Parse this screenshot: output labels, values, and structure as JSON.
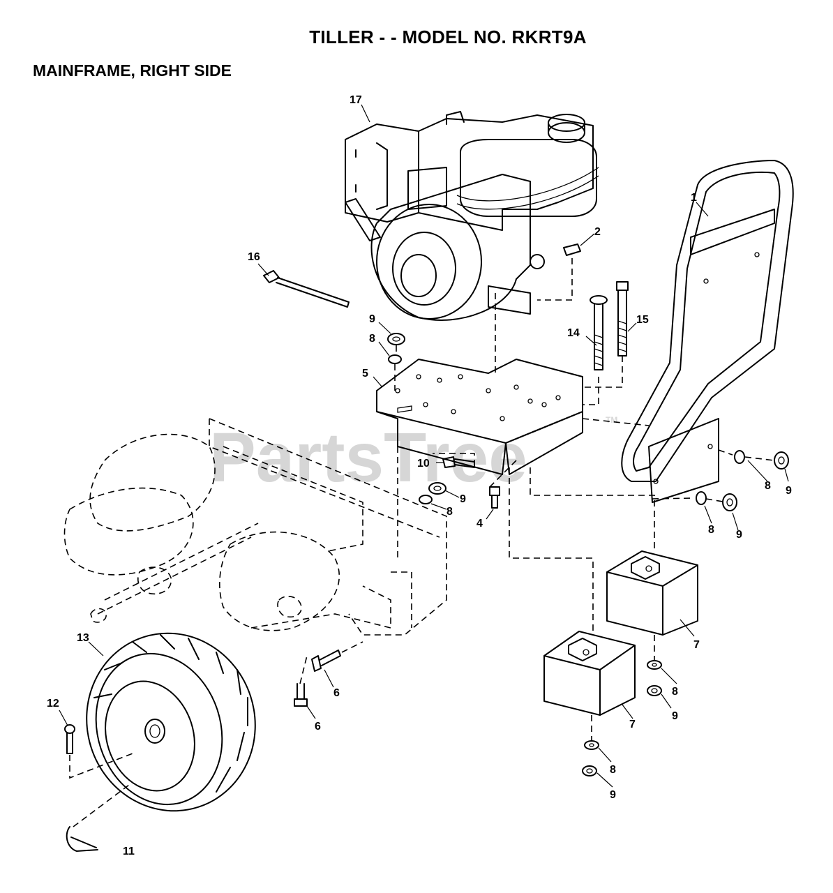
{
  "header": {
    "title": "TILLER - - MODEL NO. RKRT9A",
    "subtitle": "MAINFRAME, RIGHT SIDE"
  },
  "watermark": {
    "text": "PartsTree",
    "trademark": "TM"
  },
  "callouts": [
    {
      "id": "c17",
      "label": "17"
    },
    {
      "id": "c16",
      "label": "16"
    },
    {
      "id": "c1",
      "label": "1"
    },
    {
      "id": "c2",
      "label": "2"
    },
    {
      "id": "c9a",
      "label": "9"
    },
    {
      "id": "c8a",
      "label": "8"
    },
    {
      "id": "c5",
      "label": "5"
    },
    {
      "id": "c14",
      "label": "14"
    },
    {
      "id": "c15",
      "label": "15"
    },
    {
      "id": "c10",
      "label": "10"
    },
    {
      "id": "c9b",
      "label": "9"
    },
    {
      "id": "c8b",
      "label": "8"
    },
    {
      "id": "c4",
      "label": "4"
    },
    {
      "id": "c8c",
      "label": "8"
    },
    {
      "id": "c9c",
      "label": "9"
    },
    {
      "id": "c8d",
      "label": "8"
    },
    {
      "id": "c9d",
      "label": "9"
    },
    {
      "id": "c7a",
      "label": "7"
    },
    {
      "id": "c13",
      "label": "13"
    },
    {
      "id": "c6a",
      "label": "6"
    },
    {
      "id": "c6b",
      "label": "6"
    },
    {
      "id": "c12",
      "label": "12"
    },
    {
      "id": "c7b",
      "label": "7"
    },
    {
      "id": "c8e",
      "label": "8"
    },
    {
      "id": "c9e",
      "label": "9"
    },
    {
      "id": "c8f",
      "label": "8"
    },
    {
      "id": "c9f",
      "label": "9"
    },
    {
      "id": "c11",
      "label": "11"
    }
  ]
}
